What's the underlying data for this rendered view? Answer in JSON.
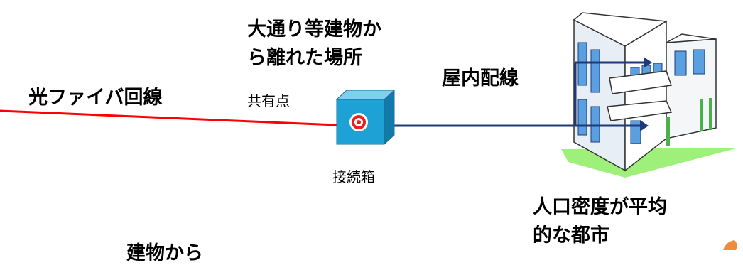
{
  "top_location": [
    "大通り等建物か",
    "ら離れた場所"
  ],
  "fiber_line": "光ファイバ回線",
  "share_point": "共有点",
  "connection_box": "接続箱",
  "indoor_wiring": "屋内配線",
  "density_city": [
    "人口密度が平均",
    "的な都市"
  ],
  "bottom_partial": "建物から",
  "colors": {
    "fiber": "#ff0000",
    "drop_cable": "#1f3a78",
    "box_face": "#1ea2d6",
    "lawn": "#9ef07a",
    "window": "#5aa0e0"
  }
}
